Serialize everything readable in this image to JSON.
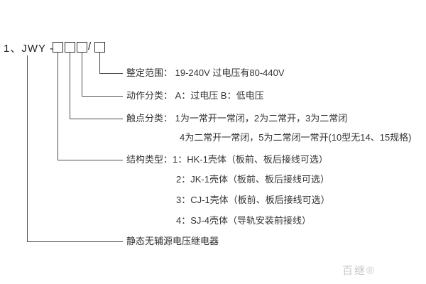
{
  "model": {
    "prefix": "1、JWY -",
    "slash": "/"
  },
  "callouts": {
    "setting_range": "整定范围：  19-240V 过电压有80-440V",
    "action_class": "动作分类：  A：过电压    B：低电压",
    "contact_class_line1": "触点分类：  1为一常开一常闭，2为二常开，3为二常闭",
    "contact_class_line2": "4为二常开一常闭，5为二常闭一常开(10型无14、15规格)",
    "structure_type_line1": "结构类型：1：HK-1壳体（板前、板后接线可选）",
    "structure_type_line2": "2：JK-1壳体（板前、板后接线可选）",
    "structure_type_line3": "3：CJ-1壳体（板前、板后接线可选）",
    "structure_type_line4": "4：SJ-4壳体（导轨安装前接线）",
    "product_name": "静态无辅源电压继电器"
  },
  "watermark": "百继®"
}
